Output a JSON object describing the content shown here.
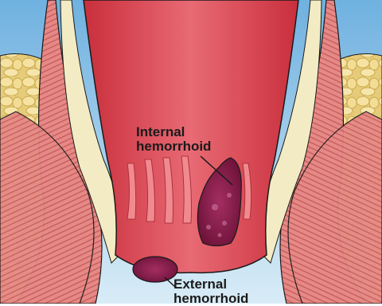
{
  "labels": {
    "internal": {
      "line1": "Internal",
      "line2": "hemorrhoid"
    },
    "external": {
      "line1": "External",
      "line2": "hemorrhoid"
    }
  },
  "colors": {
    "sky": "#8fc4e6",
    "rectum": "#d9434f",
    "rectum_light": "#e8707a",
    "muscle": "#e5807d",
    "fat": "#f1dd98",
    "hemorrhoid": "#8b1e4e",
    "outline": "#1a1a1a"
  }
}
